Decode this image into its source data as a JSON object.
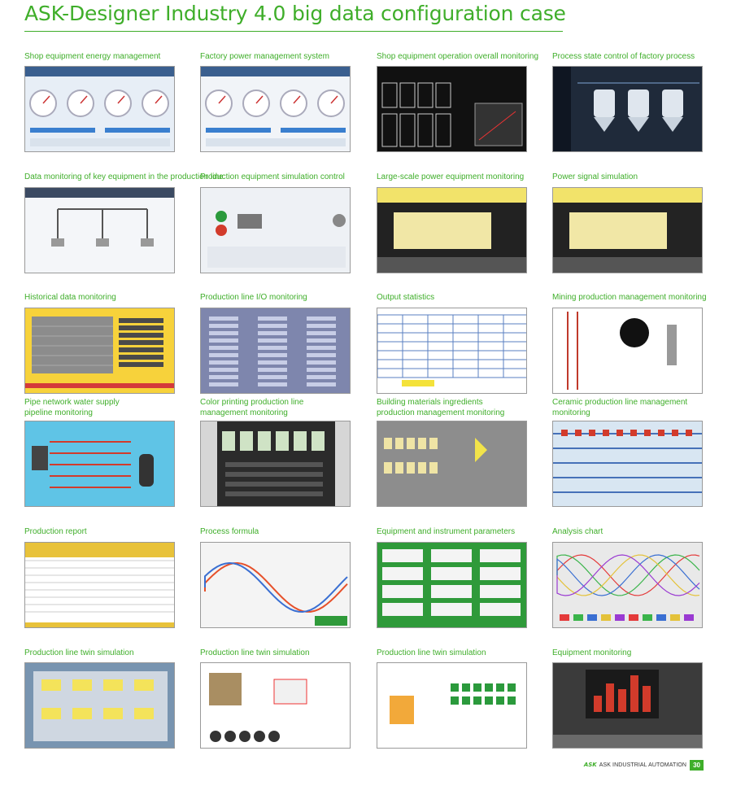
{
  "header": {
    "title": "ASK-Designer Industry 4.0 big data configuration case"
  },
  "cases": [
    {
      "caption": "Shop equipment energy management",
      "icon": "gauge-dashboard",
      "bg": "#e7eef6"
    },
    {
      "caption": "Factory power management system",
      "icon": "gauge-dashboard",
      "bg": "#f1f4f8"
    },
    {
      "caption": "Shop equipment operation overall monitoring",
      "icon": "plant-schematic",
      "bg": "#111111"
    },
    {
      "caption": "Process state control of factory process",
      "icon": "process-tanks",
      "bg": "#1f2a3a"
    },
    {
      "caption": "Data monitoring of key equipment in the production line",
      "icon": "line-diagram",
      "bg": "#f4f6f9"
    },
    {
      "caption": "Production equipment simulation control",
      "icon": "control-panel",
      "bg": "#eef1f5"
    },
    {
      "caption": "Large-scale power equipment monitoring",
      "icon": "generator-panel",
      "bg": "#222222"
    },
    {
      "caption": "Power signal simulation",
      "icon": "signal-meters",
      "bg": "#232323"
    },
    {
      "caption": "Historical data monitoring",
      "icon": "trend-grid",
      "bg": "#f7d23b"
    },
    {
      "caption": "Production line I/O monitoring",
      "icon": "io-table",
      "bg": "#7e86ad"
    },
    {
      "caption": "Output statistics",
      "icon": "data-table",
      "bg": "#ffffff"
    },
    {
      "caption": "Mining production management monitoring",
      "icon": "mining-scene",
      "bg": "#ffffff"
    },
    {
      "caption": "Pipe network water supply pipeline monitoring",
      "icon": "pipe-network",
      "bg": "#5fc4e6",
      "two_line": true,
      "line1": "Pipe network water supply",
      "line2": "pipeline monitoring"
    },
    {
      "caption": "Color printing production line management monitoring",
      "icon": "print-line",
      "bg": "#d6d6d6",
      "two_line": true,
      "line1": "Color printing production line",
      "line2": "management monitoring"
    },
    {
      "caption": "Building materials ingredients production management monitoring",
      "icon": "silo-layout",
      "bg": "#8d8d8d",
      "two_line": true,
      "line1": "Building materials ingredients",
      "line2": "production management monitoring"
    },
    {
      "caption": "Ceramic production line management monitoring",
      "icon": "ceramic-line",
      "bg": "#d8e6f2",
      "two_line": true,
      "line1": "Ceramic production line management",
      "line2": "monitoring"
    },
    {
      "caption": "Production report",
      "icon": "report-table",
      "bg": "#e8c23a"
    },
    {
      "caption": "Process formula",
      "icon": "sine-chart",
      "bg": "#f4f4f4"
    },
    {
      "caption": "Equipment and instrument parameters",
      "icon": "param-boxes",
      "bg": "#2f9a3a"
    },
    {
      "caption": "Analysis chart",
      "icon": "analysis-waves",
      "bg": "#e9e9e9"
    },
    {
      "caption": "Production line twin simulation",
      "icon": "twin-layout",
      "bg": "#7894b0"
    },
    {
      "caption": "Production line twin simulation",
      "icon": "twin-machine",
      "bg": "#ffffff"
    },
    {
      "caption": "Production line twin simulation",
      "icon": "twin-robot",
      "bg": "#ffffff"
    },
    {
      "caption": "Equipment monitoring",
      "icon": "bar-monitor",
      "bg": "#3b3b3b"
    }
  ],
  "footer": {
    "logo": "ASK",
    "brand": "ASK INDUSTRIAL AUTOMATION",
    "page": "30"
  },
  "colors": {
    "accent": "#3fae2a",
    "frame": "#9a9a9a"
  }
}
